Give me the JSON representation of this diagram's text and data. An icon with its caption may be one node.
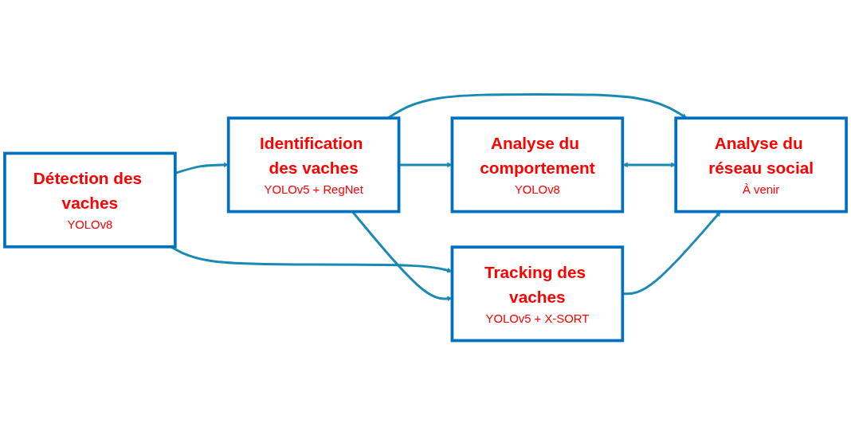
{
  "diagram": {
    "nodes": [
      {
        "text": [
          "Détection des vaches",
          "YOLOv8"
        ]
      },
      {
        "text": [
          "Identification des vaches",
          "YOLOv5 + RegNet"
        ]
      },
      {
        "text": [
          "Tracking des vaches",
          "YOLOv5 + X-SORT"
        ]
      },
      {
        "text": [
          "Analyse du comportement",
          "YOLOv8"
        ]
      },
      {
        "text": [
          "Analyse du réseau social",
          "À venir"
        ]
      }
    ],
    "edges": [
      {
        "from": 0,
        "to": 1,
        "arrow": "to"
      },
      {
        "from": 0,
        "to": 2,
        "arrow": "to"
      },
      {
        "from": 1,
        "to": 2,
        "arrow": "to"
      },
      {
        "from": 1,
        "to": 3,
        "arrow": "to"
      },
      {
        "from": 1,
        "to": 4,
        "arrow": "to"
      },
      {
        "from": 3,
        "to": 4,
        "arrow": "both"
      },
      {
        "from": 2,
        "to": 4,
        "arrow": "to"
      }
    ]
  }
}
